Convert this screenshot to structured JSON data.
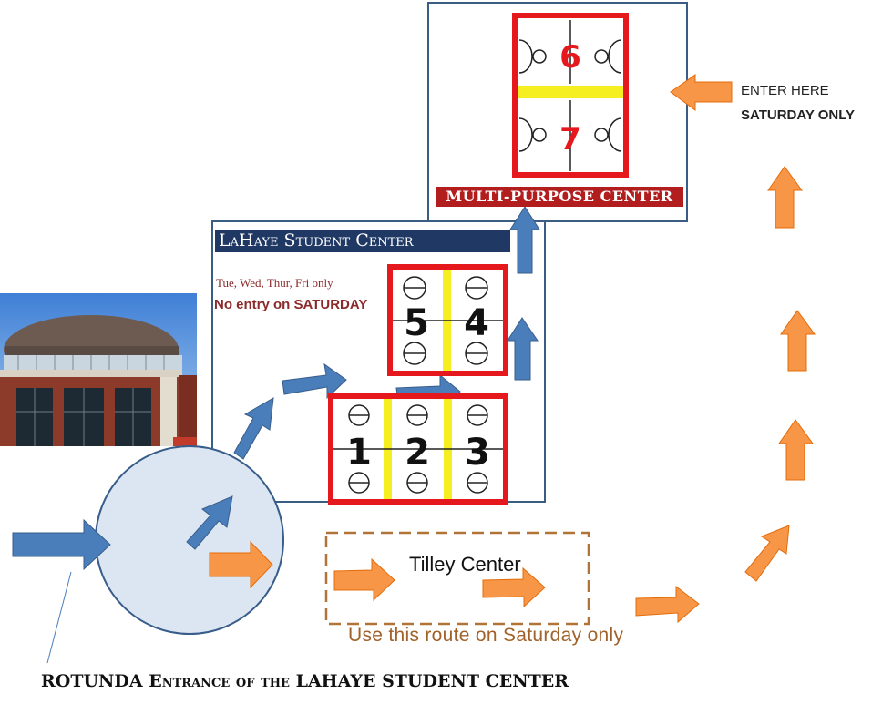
{
  "multi_purpose": {
    "label": "MULTI-PURPOSE CENTER",
    "court_numbers": [
      "6",
      "7"
    ]
  },
  "lahaye": {
    "label": "LaHaye Student Center",
    "days_note": "Tue, Wed, Thur, Fri only",
    "no_entry_note": "No entry on SATURDAY",
    "court_numbers_upper": [
      "5",
      "4"
    ],
    "court_numbers_lower": [
      "1",
      "2",
      "3"
    ]
  },
  "enter": {
    "line1": "ENTER HERE",
    "line2": "SATURDAY ONLY"
  },
  "tilley": {
    "label": "Tilley Center"
  },
  "saturday_route_note": "Use this route on Saturday only",
  "caption": "ROTUNDA Entrance of the LAHAYE STUDENT CENTER",
  "photo": {
    "subject": "rotunda building photo"
  },
  "colors": {
    "blue_arrow": "#4a7ebb",
    "orange_arrow": "#f79646",
    "court_red": "#e5181d",
    "yellow_line": "#f5ee20",
    "mpc_label_bg": "#b21e1e",
    "lahaye_label_bg": "#1f3864",
    "circle_fill": "#dce6f2",
    "circle_stroke": "#385d8a",
    "dashed_box": "#b07338",
    "route_text": "#a0622a",
    "note_red": "#8b2a2a"
  }
}
